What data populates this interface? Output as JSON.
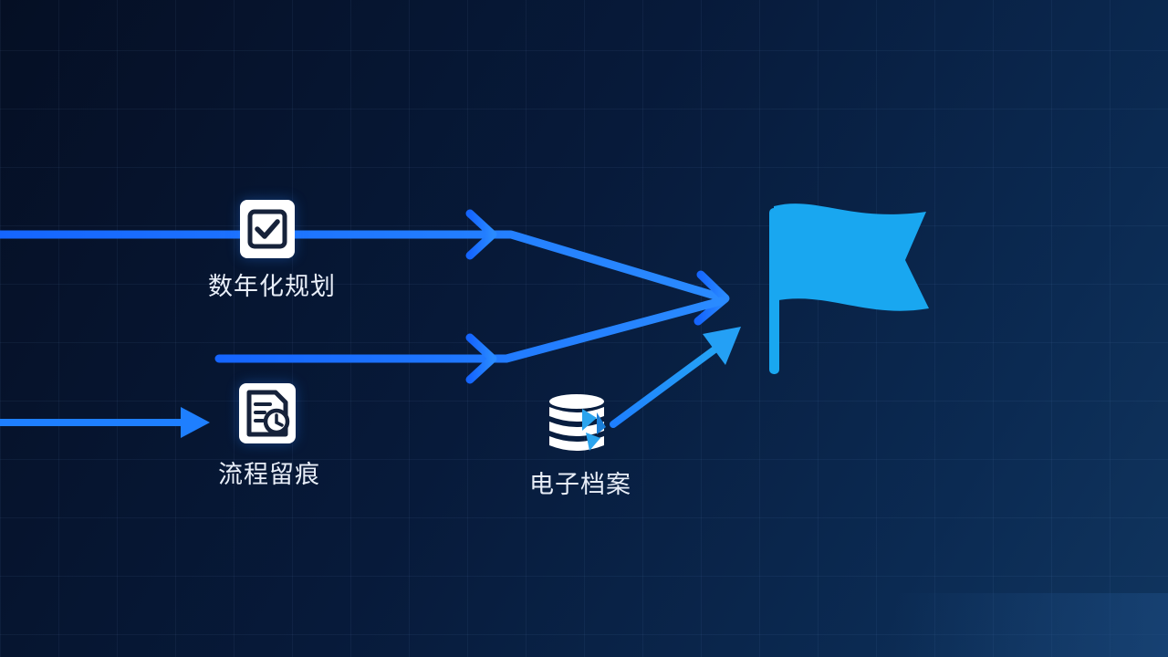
{
  "nodes": {
    "planning": {
      "label": "数年化规划",
      "icon": "checkbox-icon"
    },
    "trace": {
      "label": "流程留痕",
      "icon": "document-clock-icon"
    },
    "archive": {
      "label": "电子档案",
      "icon": "database-icon"
    }
  },
  "goal": {
    "icon": "flag-icon"
  },
  "colors": {
    "arrow": "#1e7fff",
    "flag": "#19a7f0",
    "background": "#071a3a",
    "label": "#e8eef8"
  }
}
